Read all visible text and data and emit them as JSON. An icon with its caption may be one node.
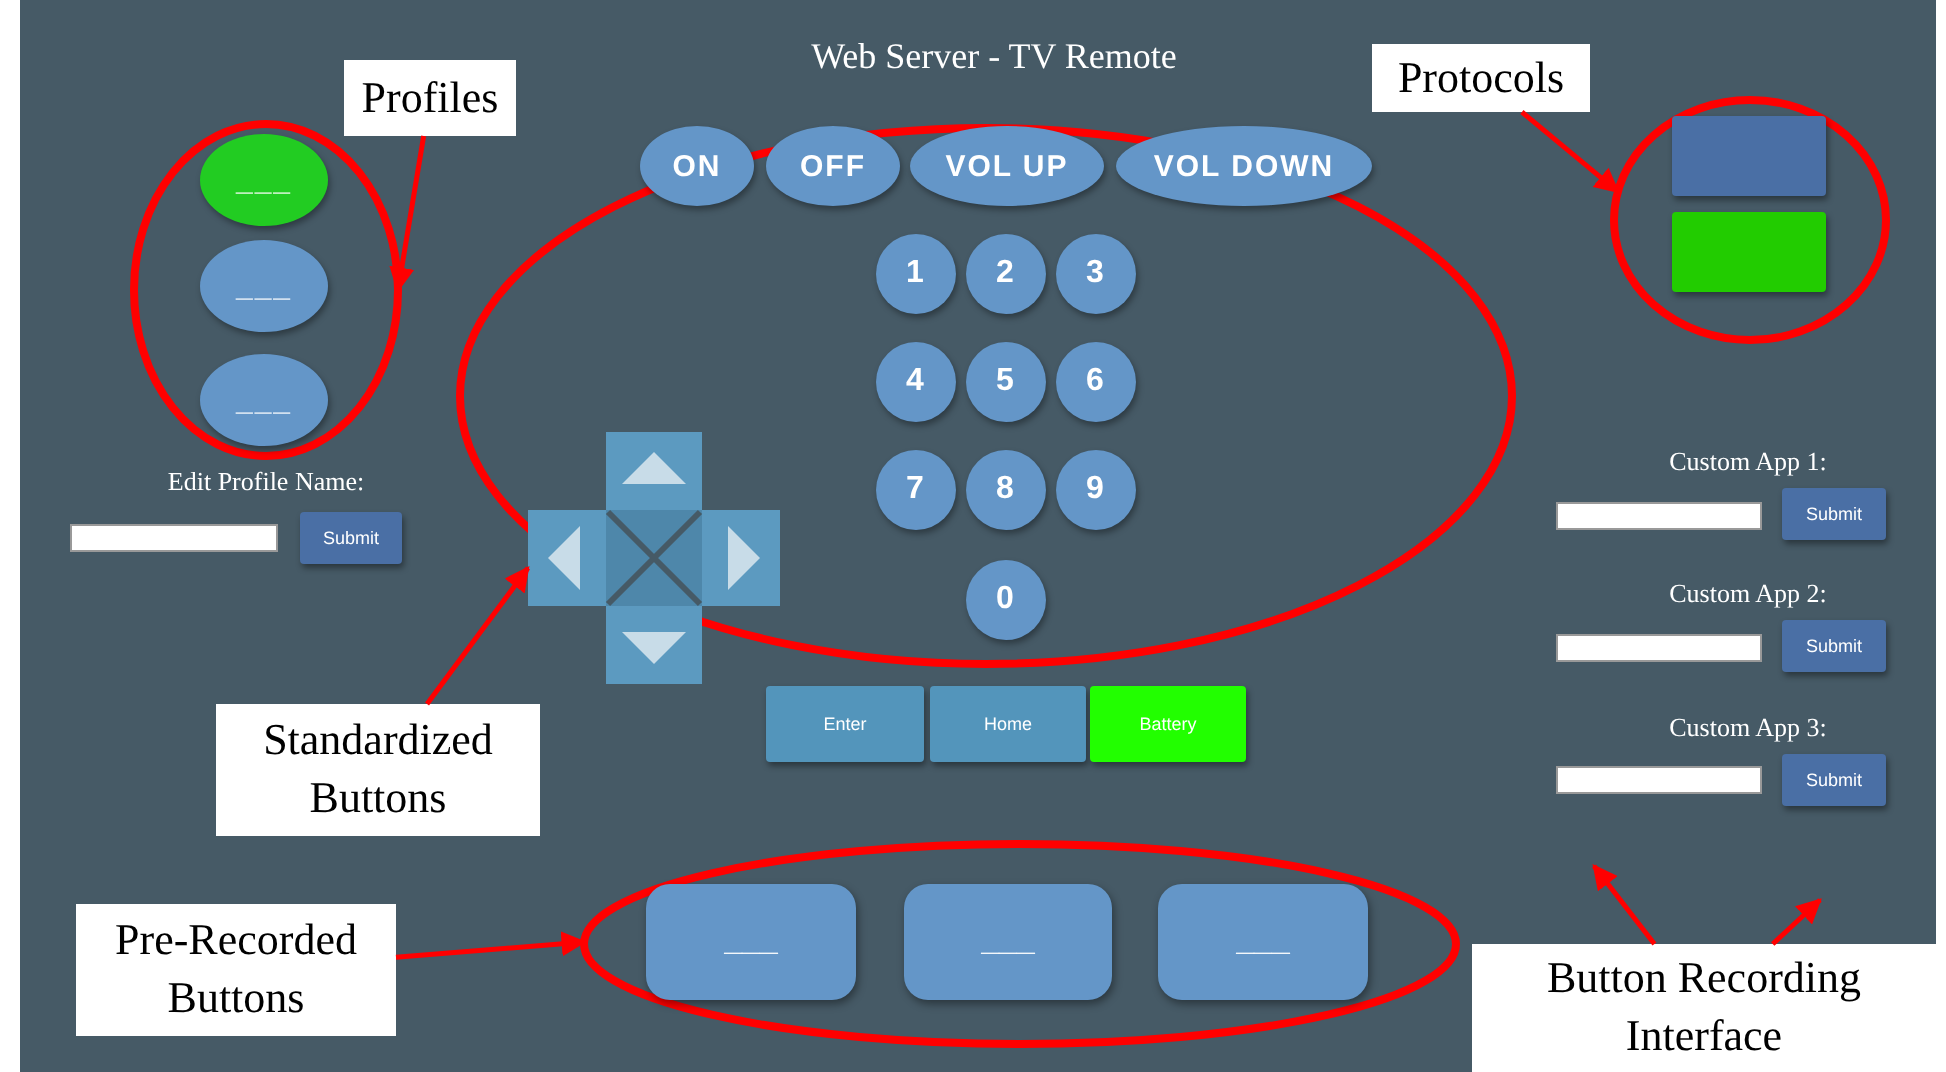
{
  "diagram": {
    "title": "Web Server - TV Remote",
    "nodes": [
      {
        "text": [
          "Profiles"
        ]
      },
      {
        "text": [],
        "shape": "ellipse"
      },
      {
        "text": [
          "___"
        ],
        "in": 1
      },
      {
        "text": [
          "___"
        ],
        "in": 1
      },
      {
        "text": [
          "___"
        ],
        "in": 1
      },
      {
        "text": [
          "Protocols"
        ]
      },
      {
        "text": [],
        "shape": "ellipse"
      },
      {
        "text": [],
        "shape": "box",
        "in": 6
      },
      {
        "text": [],
        "shape": "box",
        "in": 6
      },
      {
        "text": [],
        "shape": "ellipse"
      },
      {
        "text": [
          "ON"
        ],
        "in": 9
      },
      {
        "text": [
          "OFF"
        ],
        "in": 9
      },
      {
        "text": [
          "VOL UP"
        ],
        "in": 9
      },
      {
        "text": [
          "VOL DOWN"
        ],
        "in": 9
      },
      {
        "text": [
          "1"
        ],
        "in": 9
      },
      {
        "text": [
          "2"
        ],
        "in": 9
      },
      {
        "text": [
          "3"
        ],
        "in": 9
      },
      {
        "text": [
          "4"
        ],
        "in": 9
      },
      {
        "text": [
          "5"
        ],
        "in": 9
      },
      {
        "text": [
          "6"
        ],
        "in": 9
      },
      {
        "text": [
          "7"
        ],
        "in": 9
      },
      {
        "text": [
          "8"
        ],
        "in": 9
      },
      {
        "text": [
          "9"
        ],
        "in": 9
      },
      {
        "text": [
          "0"
        ],
        "in": 9
      },
      {
        "text": [],
        "shape": "cross"
      },
      {
        "text": [
          "Submit"
        ]
      },
      {
        "text": [
          "Enter"
        ]
      },
      {
        "text": [
          "Home"
        ]
      },
      {
        "text": [
          "Battery"
        ]
      },
      {
        "text": [
          "Submit"
        ]
      },
      {
        "text": [
          "Submit"
        ]
      },
      {
        "text": [
          "Submit"
        ]
      },
      {
        "text": [
          "Standardized Buttons"
        ]
      },
      {
        "text": [
          "Pre-Recorded Buttons"
        ]
      },
      {
        "text": [],
        "shape": "ellipse"
      },
      {
        "text": [
          "___"
        ],
        "in": 34
      },
      {
        "text": [
          "___"
        ],
        "in": 34
      },
      {
        "text": [
          "___"
        ],
        "in": 34
      },
      {
        "text": [
          "Button Recording Interface"
        ]
      }
    ],
    "edges": [
      {
        "from": 0,
        "to": 1,
        "arrow": "to"
      },
      {
        "from": 5,
        "to": 6,
        "arrow": "to"
      },
      {
        "from": 32,
        "to": 24,
        "arrow": "to"
      },
      {
        "from": 33,
        "to": 34,
        "arrow": "to"
      },
      {
        "from": 38,
        "to": null,
        "arrow": "to"
      },
      {
        "from": 38,
        "to": null,
        "arrow": "to"
      }
    ],
    "labels": [
      "Edit Profile Name:",
      "Custom App 1:",
      "Custom App 2:",
      "Custom App 3:"
    ]
  }
}
